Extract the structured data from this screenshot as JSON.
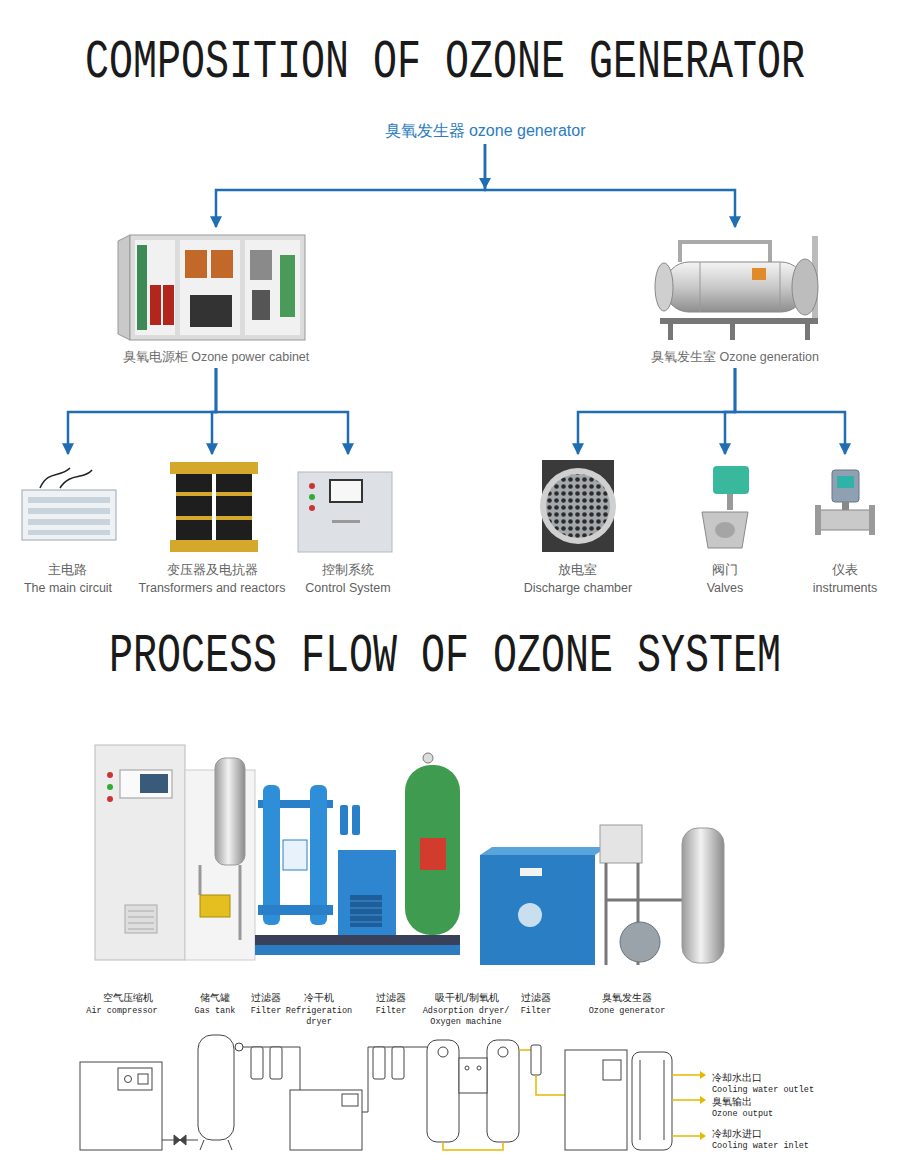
{
  "diagram": {
    "title": "COMPOSITION OF OZONE GENERATOR",
    "nodes": [
      {
        "text": [
          "臭氧发生器 ozone generator"
        ]
      },
      {
        "text": [
          "臭氧电源柜 Ozone power cabinet"
        ]
      },
      {
        "text": [
          "臭氧发生室 Ozone generation"
        ]
      },
      {
        "text": [
          "主电路",
          "The main circuit"
        ]
      },
      {
        "text": [
          "变压器及电抗器",
          "Transformers and reactors"
        ]
      },
      {
        "text": [
          "控制系统",
          "Control System"
        ]
      },
      {
        "text": [
          "放电室",
          "Discharge chamber"
        ]
      },
      {
        "text": [
          "阀门",
          "Valves"
        ]
      },
      {
        "text": [
          "仪表",
          "instruments"
        ]
      }
    ],
    "edges": [
      {
        "from": 0,
        "to": 1,
        "arrow": "to"
      },
      {
        "from": 0,
        "to": 2,
        "arrow": "to"
      },
      {
        "from": 1,
        "to": 3,
        "arrow": "to"
      },
      {
        "from": 1,
        "to": 4,
        "arrow": "to"
      },
      {
        "from": 1,
        "to": 5,
        "arrow": "to"
      },
      {
        "from": 2,
        "to": 6,
        "arrow": "to"
      },
      {
        "from": 2,
        "to": 7,
        "arrow": "to"
      },
      {
        "from": 2,
        "to": 8,
        "arrow": "to"
      }
    ],
    "labels": [
      "PROCESS FLOW OF OZONE SYSTEM",
      "空气压缩机",
      "Air compressor",
      "储气罐",
      "Gas tank",
      "过滤器",
      "Filter",
      "冷干机",
      "Refrigeration dryer",
      "过滤器",
      "Filter",
      "吸干机/制氧机",
      "Adsorption dryer/ Oxygen machine",
      "过滤器",
      "Filter",
      "臭氧发生器",
      "Ozone generator",
      "冷却水出口",
      "Cooling water outlet",
      "臭氧输出",
      "Ozone output",
      "冷却水进口",
      "Cooling water inlet"
    ]
  }
}
